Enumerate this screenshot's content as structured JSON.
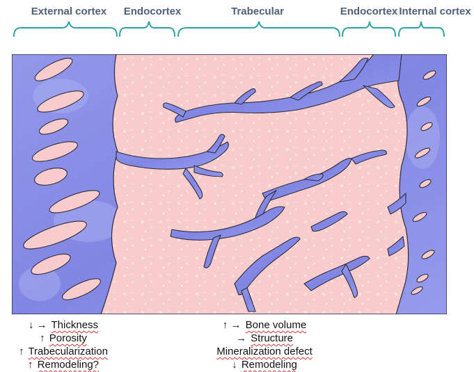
{
  "regions": [
    {
      "key": "external",
      "label": "External cortex"
    },
    {
      "key": "endo_left",
      "label": "Endocortex"
    },
    {
      "key": "trabecular",
      "label": "Trabecular"
    },
    {
      "key": "endo_right",
      "label": "Endocortex"
    },
    {
      "key": "internal",
      "label": "Internal cortex"
    }
  ],
  "colors": {
    "cortical_bone": "#8b8fe6",
    "marrow_space": "#f8cccc",
    "outline": "#2b2b3a",
    "bracket": "#2fa3a3",
    "label_text": "#4f6178"
  },
  "left_changes": [
    {
      "arrow": "↓ →",
      "term": "Thickness"
    },
    {
      "arrow": "↑",
      "term": "Porosity"
    },
    {
      "arrow": "↑",
      "term": "Trabecularization"
    },
    {
      "arrow": "↑",
      "term": "Remodeling?"
    }
  ],
  "right_changes": [
    {
      "arrow": "↑ →",
      "term": "Bone volume"
    },
    {
      "arrow": "→",
      "term": "Structure"
    },
    {
      "arrow": "",
      "term": "Mineralization defect"
    },
    {
      "arrow": "↓",
      "term": "Remodeling"
    }
  ]
}
